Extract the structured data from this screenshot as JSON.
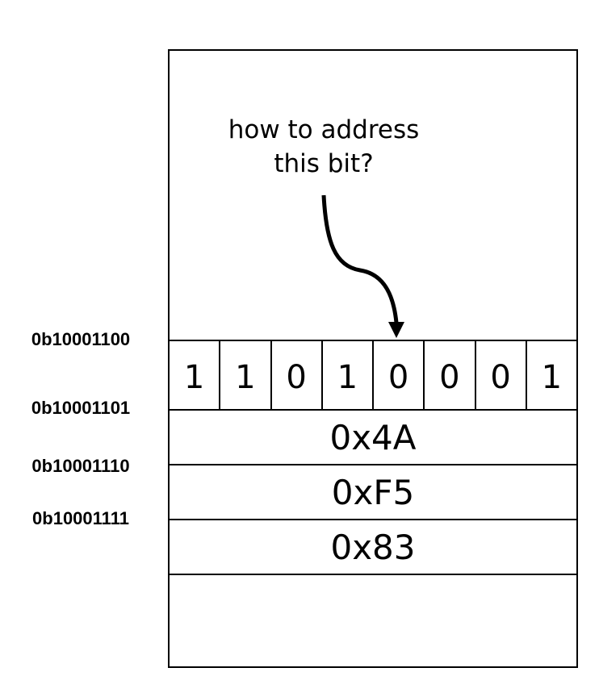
{
  "question": {
    "line1": "how to address",
    "line2": "this bit?"
  },
  "bits": [
    "1",
    "1",
    "0",
    "1",
    "0",
    "0",
    "0",
    "1"
  ],
  "bytes": [
    "0x4A",
    "0xF5",
    "0x83"
  ],
  "addresses": [
    "0b10001100",
    "0b10001101",
    "0b10001110",
    "0b10001111"
  ]
}
